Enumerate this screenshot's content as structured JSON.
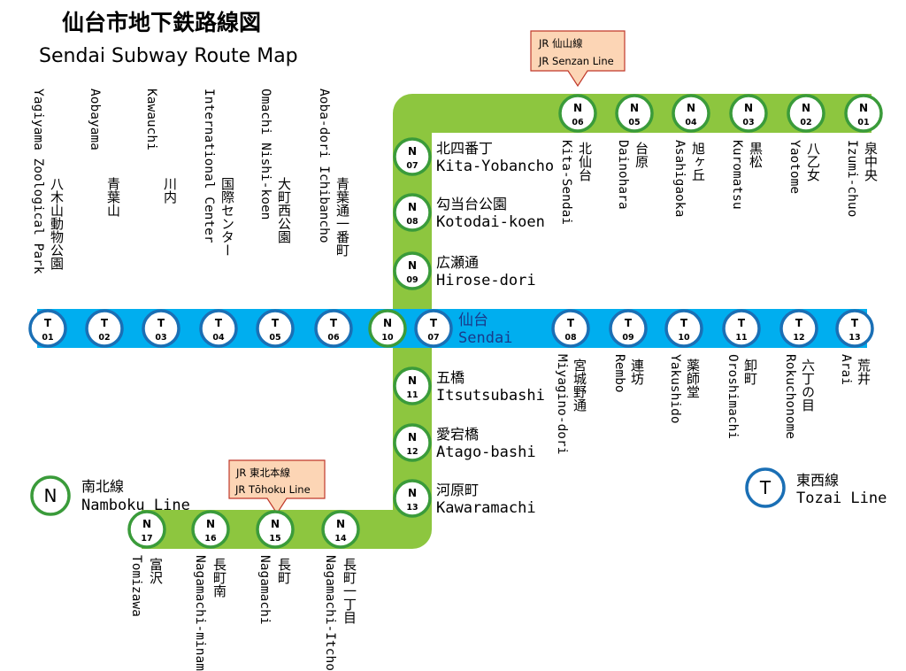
{
  "title": {
    "jp": "仙台市地下鉄路線図",
    "en": "Sendai Subway Route Map"
  },
  "colors": {
    "namboku": "#8dc63f",
    "namboku_ring": "#3a9b3a",
    "tozai": "#00aeef",
    "tozai_ring": "#1a6fb5",
    "jr_callout_fill": "#fcd5b5",
    "jr_callout_stroke": "#c0392b"
  },
  "legend": {
    "namboku": {
      "symbol": "N",
      "jp": "南北線",
      "en": "Namboku Line"
    },
    "tozai": {
      "symbol": "T",
      "jp": "東西線",
      "en": "Tozai Line"
    }
  },
  "jr": [
    {
      "id": "senzan",
      "line1": "JR 仙山線",
      "line2": "JR Senzan Line"
    },
    {
      "id": "tohoku",
      "line1": "JR 東北本線",
      "line2": "JR Tōhoku Line"
    }
  ],
  "tozai_stations": [
    {
      "letter": "T",
      "num": "01",
      "jp": "八木山動物公園",
      "en": "Yagiyama Zoological Park"
    },
    {
      "letter": "T",
      "num": "02",
      "jp": "青葉山",
      "en": "Aobayama"
    },
    {
      "letter": "T",
      "num": "03",
      "jp": "川内",
      "en": "Kawauchi"
    },
    {
      "letter": "T",
      "num": "04",
      "jp": "国際センター",
      "en": "International Center"
    },
    {
      "letter": "T",
      "num": "05",
      "jp": "大町西公園",
      "en": "Omachi Nishi-koen"
    },
    {
      "letter": "T",
      "num": "06",
      "jp": "青葉通一番町",
      "en": "Aoba-dori Ichibancho"
    },
    {
      "letter": "T",
      "num": "07",
      "jp": "",
      "en": ""
    },
    {
      "letter": "T",
      "num": "08",
      "jp": "宮城野通",
      "en": "Miyagino-dori"
    },
    {
      "letter": "T",
      "num": "09",
      "jp": "連坊",
      "en": "Rembo"
    },
    {
      "letter": "T",
      "num": "10",
      "jp": "薬師堂",
      "en": "Yakushido"
    },
    {
      "letter": "T",
      "num": "11",
      "jp": "卸町",
      "en": "Oroshimachi"
    },
    {
      "letter": "T",
      "num": "12",
      "jp": "六丁の目",
      "en": "Rokuchonome"
    },
    {
      "letter": "T",
      "num": "13",
      "jp": "荒井",
      "en": "Arai"
    }
  ],
  "sendai": {
    "jp": "仙台",
    "en": "Sendai"
  },
  "namboku_stations": [
    {
      "letter": "N",
      "num": "01",
      "jp": "泉中央",
      "en": "Izumi-chuo"
    },
    {
      "letter": "N",
      "num": "02",
      "jp": "八乙女",
      "en": "Yaotome"
    },
    {
      "letter": "N",
      "num": "03",
      "jp": "黒松",
      "en": "Kuromatsu"
    },
    {
      "letter": "N",
      "num": "04",
      "jp": "旭ヶ丘",
      "en": "Asahigaoka"
    },
    {
      "letter": "N",
      "num": "05",
      "jp": "台原",
      "en": "Dainohara"
    },
    {
      "letter": "N",
      "num": "06",
      "jp": "北仙台",
      "en": "Kita-Sendai"
    },
    {
      "letter": "N",
      "num": "07",
      "jp": "北四番丁",
      "en": "Kita-Yobancho"
    },
    {
      "letter": "N",
      "num": "08",
      "jp": "勾当台公園",
      "en": "Kotodai-koen"
    },
    {
      "letter": "N",
      "num": "09",
      "jp": "広瀬通",
      "en": "Hirose-dori"
    },
    {
      "letter": "N",
      "num": "10",
      "jp": "",
      "en": ""
    },
    {
      "letter": "N",
      "num": "11",
      "jp": "五橋",
      "en": "Itsutsubashi"
    },
    {
      "letter": "N",
      "num": "12",
      "jp": "愛宕橋",
      "en": "Atago-bashi"
    },
    {
      "letter": "N",
      "num": "13",
      "jp": "河原町",
      "en": "Kawaramachi"
    },
    {
      "letter": "N",
      "num": "14",
      "jp": "長町一丁目",
      "en": "Nagamachi-Itchome"
    },
    {
      "letter": "N",
      "num": "15",
      "jp": "長町",
      "en": "Nagamachi"
    },
    {
      "letter": "N",
      "num": "16",
      "jp": "長町南",
      "en": "Nagamachi-minami"
    },
    {
      "letter": "N",
      "num": "17",
      "jp": "富沢",
      "en": "Tomizawa"
    }
  ]
}
